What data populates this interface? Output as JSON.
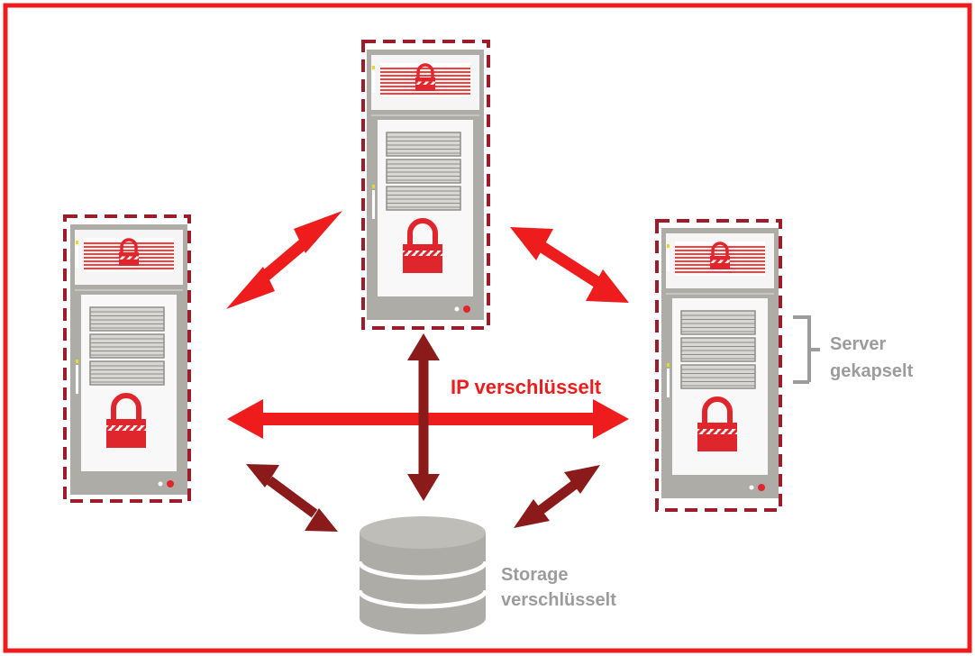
{
  "labels": {
    "ip_encrypted": "IP verschlüsselt",
    "server_line1": "Server",
    "server_line2": "gekapselt",
    "storage_line1": "Storage",
    "storage_line2": "verschlüsselt"
  },
  "colors": {
    "frame_red": "#ee1c1c",
    "dashed_border": "#9e1b2a",
    "arrow_bright": "#ee1c1c",
    "arrow_dark": "#8b1a1a",
    "server_grey": "#aeaca7",
    "lock_red": "#e0262d",
    "label_grey": "#9c9c9c"
  },
  "servers": [
    {
      "id": "server-left",
      "locked": true,
      "encapsulated": true
    },
    {
      "id": "server-top",
      "locked": true,
      "encapsulated": true
    },
    {
      "id": "server-right",
      "locked": true,
      "encapsulated": true
    }
  ],
  "connections": [
    {
      "from": "server-left",
      "to": "server-top",
      "style": "bright"
    },
    {
      "from": "server-top",
      "to": "server-right",
      "style": "bright"
    },
    {
      "from": "server-left",
      "to": "server-right",
      "style": "bright"
    },
    {
      "from": "server-top",
      "to": "storage",
      "style": "dark"
    },
    {
      "from": "server-left",
      "to": "storage",
      "style": "dark"
    },
    {
      "from": "server-right",
      "to": "storage",
      "style": "dark"
    }
  ]
}
